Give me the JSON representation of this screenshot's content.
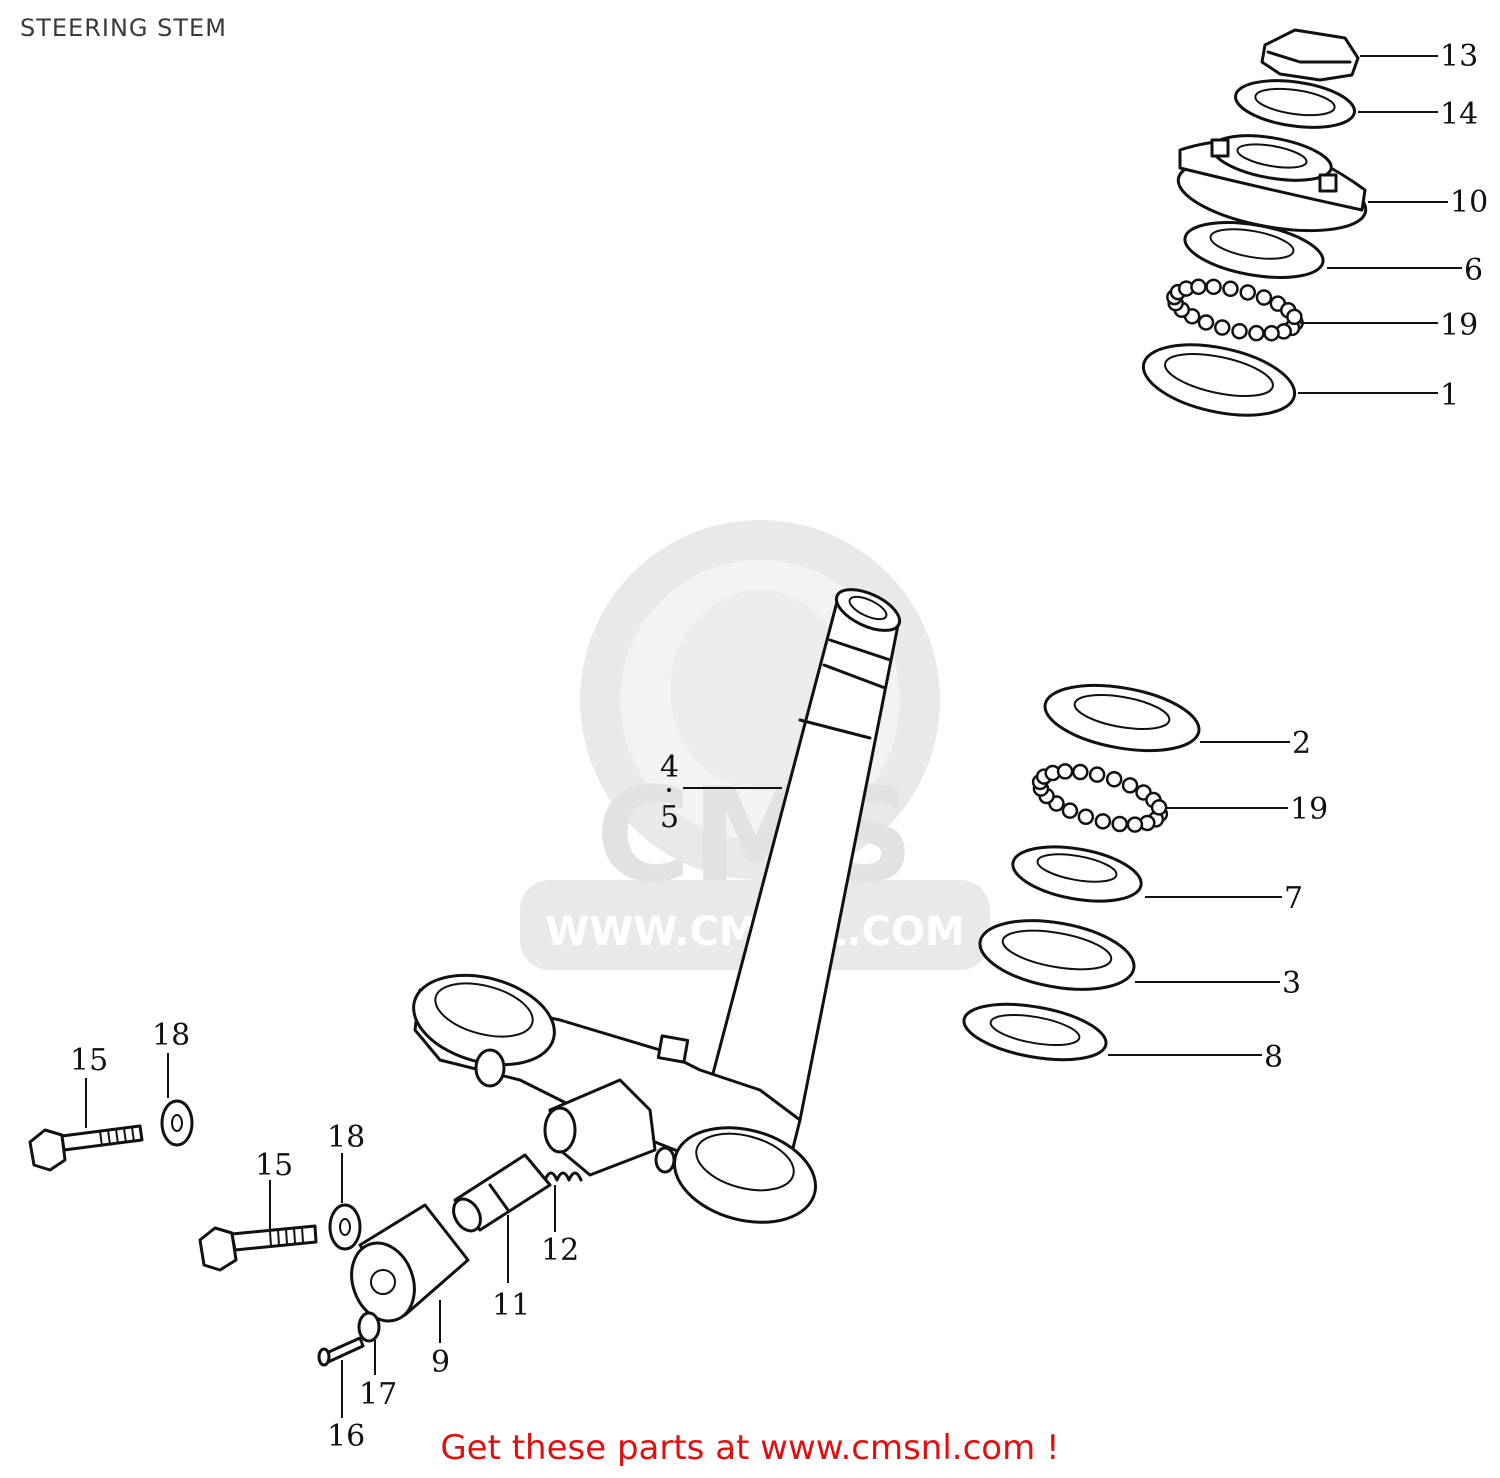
{
  "title": "STEERING STEM",
  "watermark": {
    "brand": "CMS",
    "url": "WWW.CMSNL.COM",
    "color": "#e2e2e2"
  },
  "footer": {
    "text": "Get these parts at www.cmsnl.com !",
    "color": "#dd1111"
  },
  "callouts": [
    {
      "id": "13",
      "label": "13"
    },
    {
      "id": "14",
      "label": "14"
    },
    {
      "id": "10",
      "label": "10"
    },
    {
      "id": "6",
      "label": "6"
    },
    {
      "id": "19a",
      "label": "19"
    },
    {
      "id": "1",
      "label": "1"
    },
    {
      "id": "2",
      "label": "2"
    },
    {
      "id": "19b",
      "label": "19"
    },
    {
      "id": "7",
      "label": "7"
    },
    {
      "id": "3",
      "label": "3"
    },
    {
      "id": "8",
      "label": "8"
    },
    {
      "id": "4",
      "label": "4"
    },
    {
      "id": "5",
      "label": "5"
    },
    {
      "id": "15a",
      "label": "15"
    },
    {
      "id": "18a",
      "label": "18"
    },
    {
      "id": "15b",
      "label": "15"
    },
    {
      "id": "18b",
      "label": "18"
    },
    {
      "id": "12",
      "label": "12"
    },
    {
      "id": "11",
      "label": "11"
    },
    {
      "id": "9",
      "label": "9"
    },
    {
      "id": "17",
      "label": "17"
    },
    {
      "id": "16",
      "label": "16"
    }
  ]
}
